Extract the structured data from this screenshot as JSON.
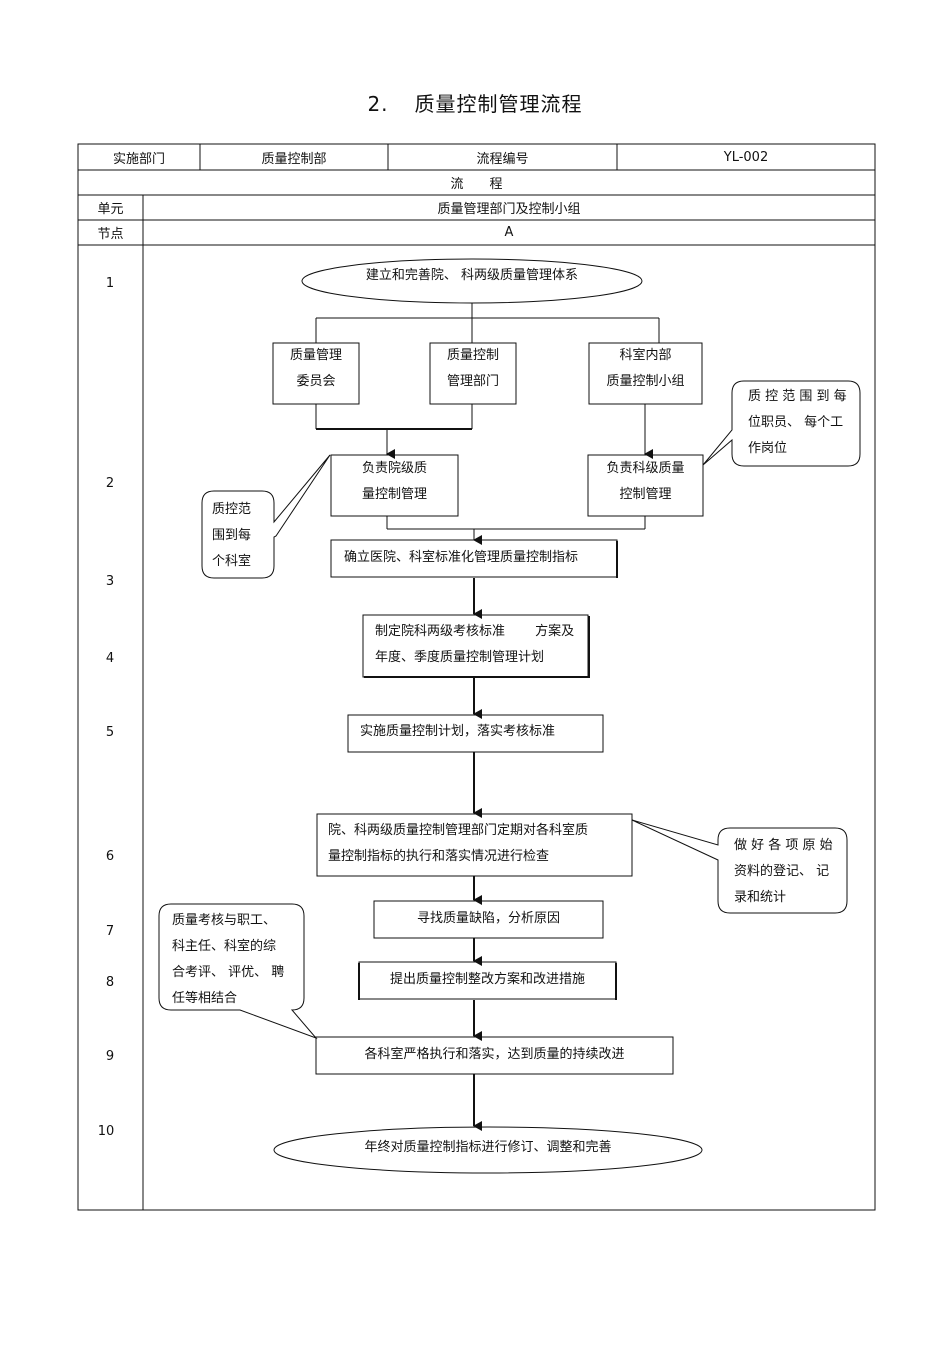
{
  "title": {
    "number": "2.",
    "text": "质量控制管理流程"
  },
  "header": {
    "dept_label": "实施部门",
    "dept_value": "质量控制部",
    "code_label": "流程编号",
    "code_value": "YL-002",
    "flow_label": "流　　程",
    "unit_label": "单元",
    "unit_value": "质量管理部门及控制小组",
    "node_label": "节点",
    "node_value": "A"
  },
  "rows": [
    "1",
    "2",
    "3",
    "4",
    "5",
    "6",
    "7",
    "8",
    "9",
    "10"
  ],
  "flow": {
    "n1": "建立和完善院、 科两级质量管理体系",
    "committee": [
      "质量管理",
      "委员会"
    ],
    "qc_dept": [
      "质量控制",
      "管理部门"
    ],
    "dept_group": [
      "科室内部",
      "质量控制小组"
    ],
    "hosp_level": [
      "负责院级质",
      "量控制管理"
    ],
    "dept_level": [
      "负责科级质量",
      "控制管理"
    ],
    "callout_left": [
      "质控范",
      "围到每",
      "个科室"
    ],
    "callout_right": [
      "质 控 范 围 到 每",
      "位职员、 每个工",
      "作岗位"
    ],
    "n3": "确立医院、科室标准化管理质量控制指标",
    "n4": [
      "制定院科两级考核标准　　 方案及",
      "年度、季度质量控制管理计划"
    ],
    "n5": "实施质量控制计划，落实考核标准",
    "n6": [
      "院、科两级质量控制管理部门定期对各科室质",
      "量控制指标的执行和落实情况进行检查"
    ],
    "callout_n6": [
      "做 好 各 项 原 始",
      "资料的登记、 记",
      "录和统计"
    ],
    "n7": "寻找质量缺陷，分析原因",
    "n8": "提出质量控制整改方案和改进措施",
    "callout_n9": [
      "质量考核与职工、",
      "科主任、科室的综",
      "合考评、 评优、 聘",
      "任等相结合"
    ],
    "n9": "各科室严格执行和落实，达到质量的持续改进",
    "n10": "年终对质量控制指标进行修订、调整和完善"
  }
}
